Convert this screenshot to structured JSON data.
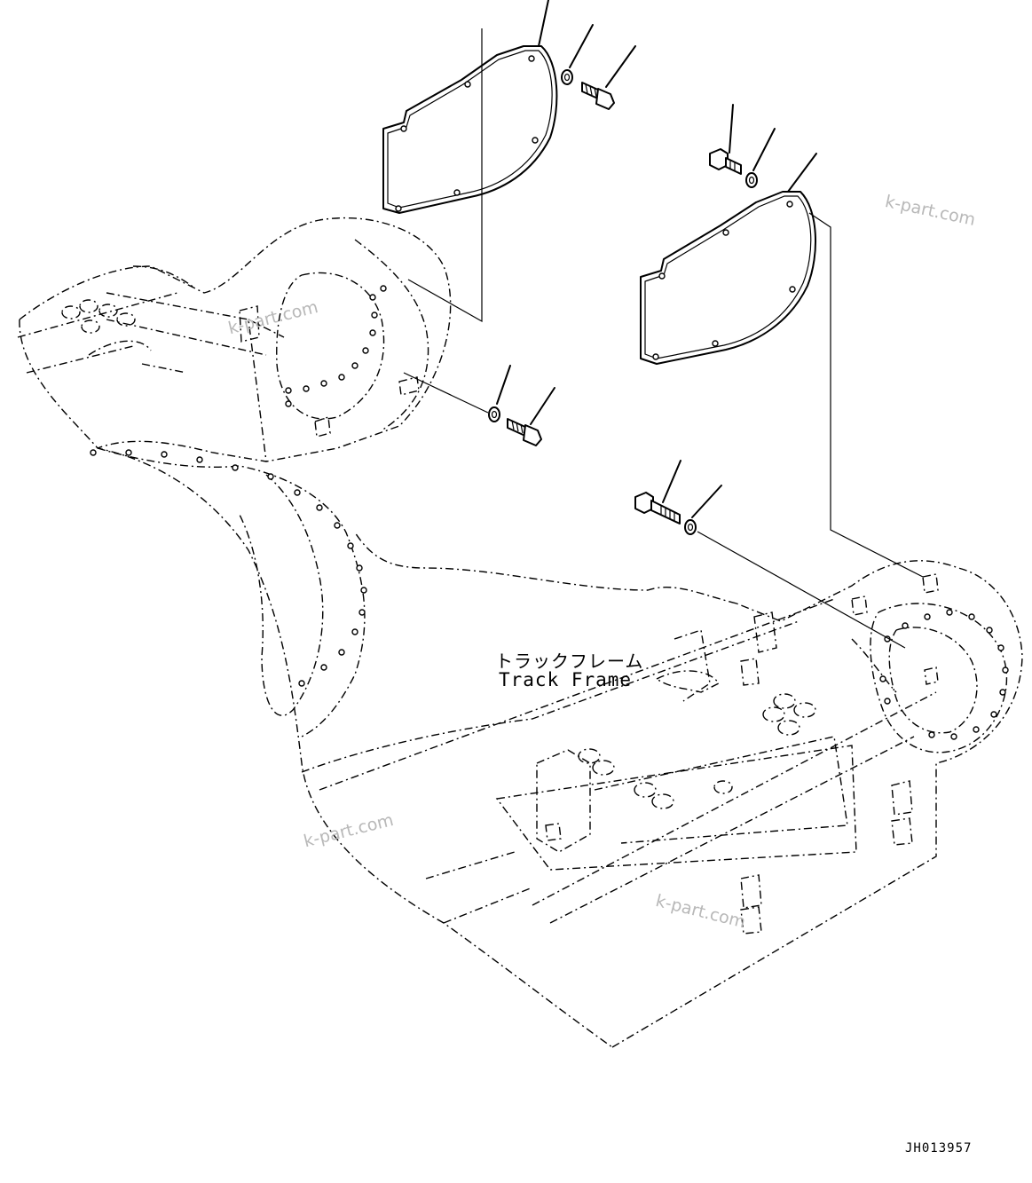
{
  "labels": {
    "track_frame_jp": "トラックフレーム",
    "track_frame_en": "Track Frame"
  },
  "drawing_code": "JH013957",
  "watermark": "k-part.com",
  "colors": {
    "line": "#000000",
    "background": "#ffffff",
    "watermark": "#b8b8b8"
  }
}
